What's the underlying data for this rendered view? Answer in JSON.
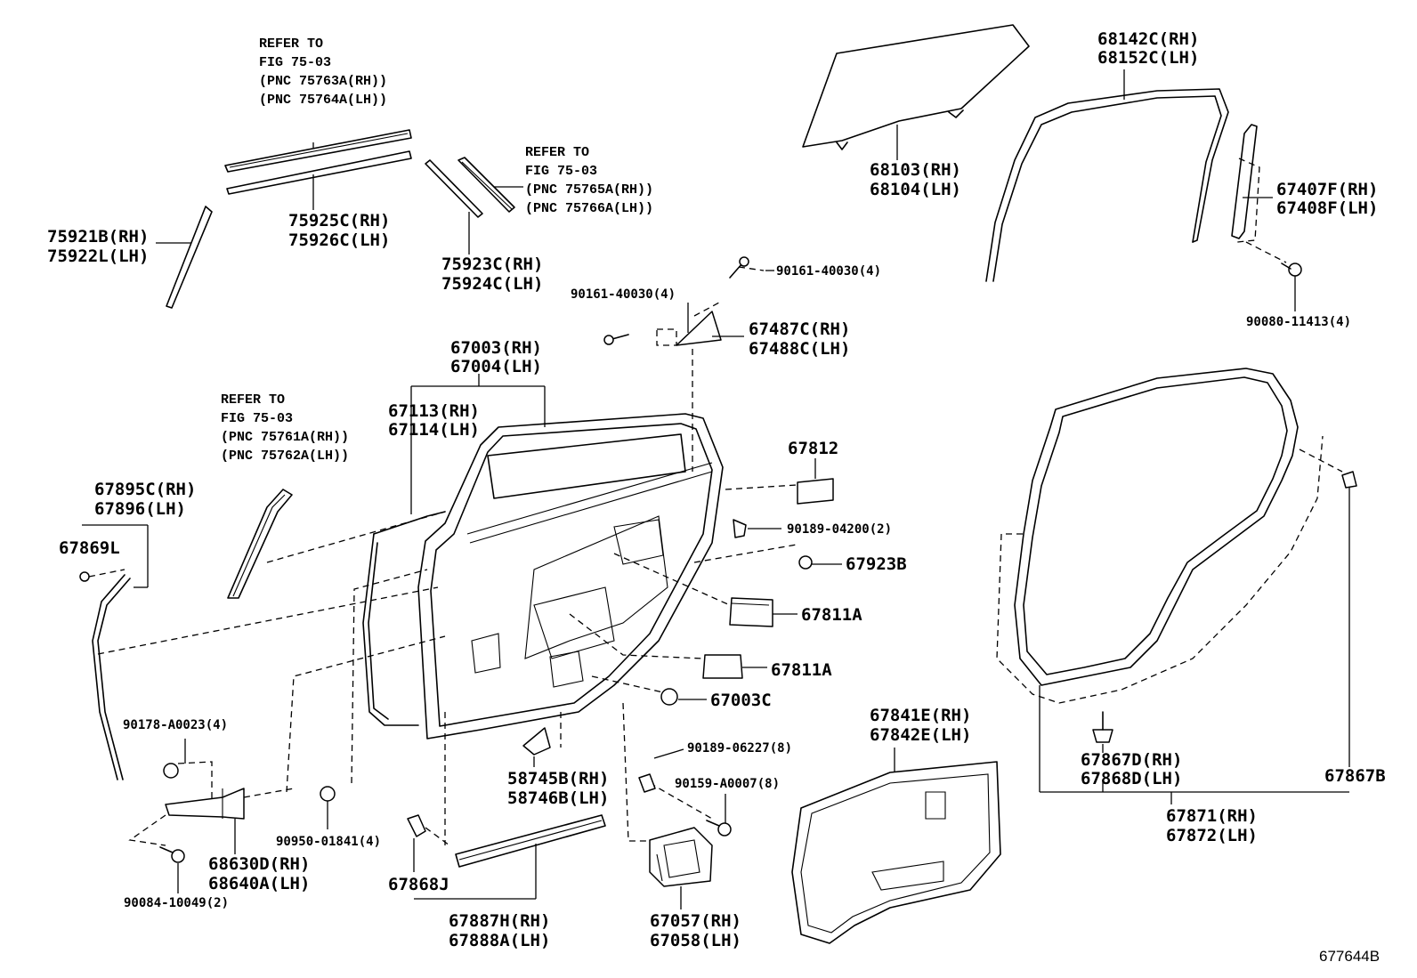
{
  "diagram_code": "677644B",
  "callouts": {
    "refer_top_left": [
      "REFER TO",
      "FIG 75-03",
      "(PNC 75763A(RH))",
      "(PNC 75764A(LH))"
    ],
    "refer_top_mid": [
      "REFER TO",
      "FIG 75-03",
      "(PNC 75765A(RH))",
      "(PNC 75766A(LH))"
    ],
    "refer_left": [
      "REFER TO",
      "FIG 75-03",
      "(PNC 75761A(RH))",
      "(PNC 75762A(LH))"
    ]
  },
  "parts": {
    "p75921B": [
      "75921B(RH)",
      "75922L(LH)"
    ],
    "p75925C": [
      "75925C(RH)",
      "75926C(LH)"
    ],
    "p75923C": [
      "75923C(RH)",
      "75924C(LH)"
    ],
    "p68103": [
      "68103(RH)",
      "68104(LH)"
    ],
    "p68142C": [
      "68142C(RH)",
      "68152C(LH)"
    ],
    "p67407F": [
      "67407F(RH)",
      "67408F(LH)"
    ],
    "p90080": "90080-11413(4)",
    "p90161a": "90161-40030(4)",
    "p90161b": "90161-40030(4)",
    "p67487C": [
      "67487C(RH)",
      "67488C(LH)"
    ],
    "p67003": [
      "67003(RH)",
      "67004(LH)"
    ],
    "p67113": [
      "67113(RH)",
      "67114(LH)"
    ],
    "p67812": "67812",
    "p90189a": "90189-04200(2)",
    "p67923B": "67923B",
    "p67895C": [
      "67895C(RH)",
      "67896(LH)"
    ],
    "p67869L": "67869L",
    "p67811Aa": "67811A",
    "p67811Ab": "67811A",
    "p67003C": "67003C",
    "p90178": "90178-A0023(4)",
    "p90189b": "90189-06227(8)",
    "p90159": "90159-A0007(8)",
    "p58745B": [
      "58745B(RH)",
      "58746B(LH)"
    ],
    "p67841E": [
      "67841E(RH)",
      "67842E(LH)"
    ],
    "p67867D": [
      "67867D(RH)",
      "67868D(LH)"
    ],
    "p67867B": "67867B",
    "p67871": [
      "67871(RH)",
      "67872(LH)"
    ],
    "p90950": "90950-01841(4)",
    "p68630D": [
      "68630D(RH)",
      "68640A(LH)"
    ],
    "p90084": "90084-10049(2)",
    "p67868J": "67868J",
    "p67887H": [
      "67887H(RH)",
      "67888A(LH)"
    ],
    "p67057": [
      "67057(RH)",
      "67058(LH)"
    ]
  }
}
